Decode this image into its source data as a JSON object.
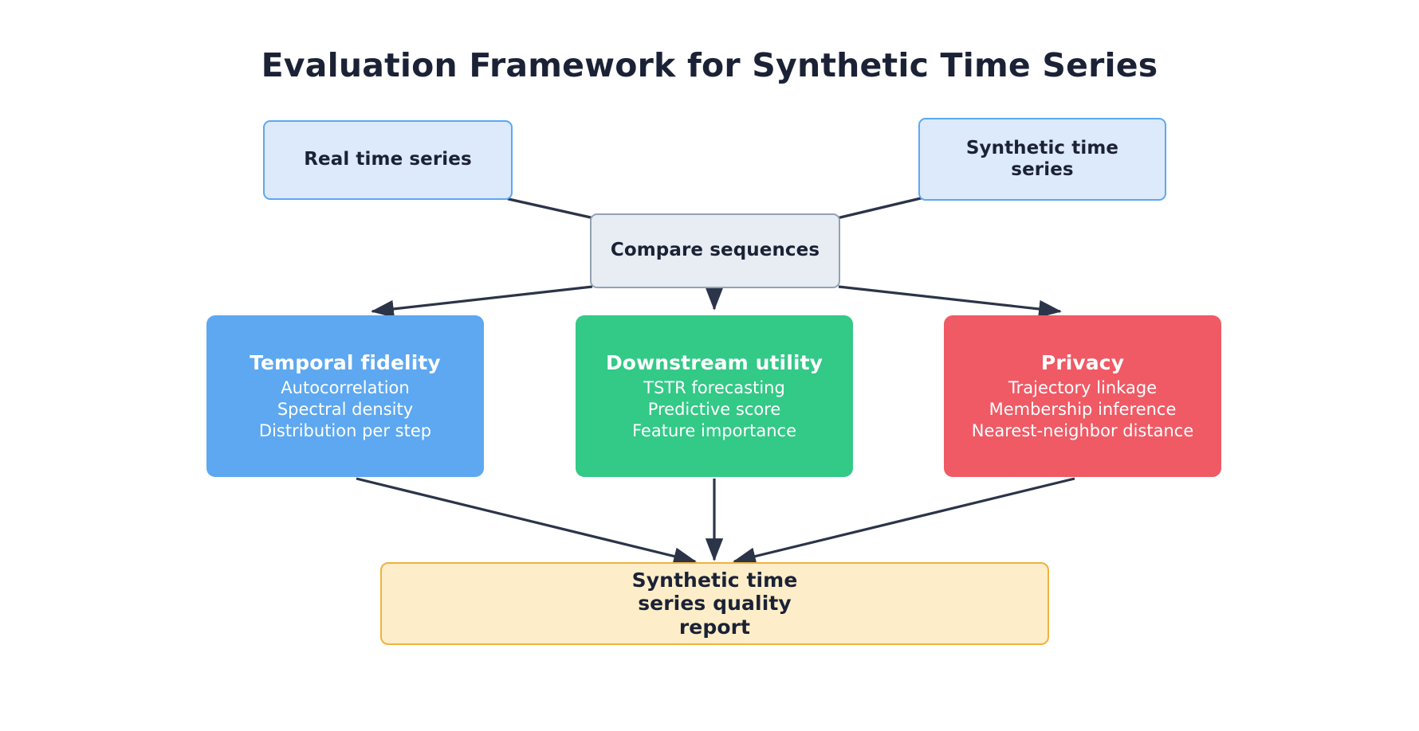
{
  "diagram": {
    "title": "Evaluation Framework for Synthetic Time Series",
    "background": "#ffffff",
    "edge_color": "#2b3448",
    "text_dark": "#1b2236"
  },
  "nodes": {
    "real_series": {
      "label": "Real time series",
      "kind": "input",
      "fill": "#dceafb",
      "stroke": "#5da8f0"
    },
    "synthetic_series": {
      "line1": "Synthetic time",
      "line2": "series",
      "kind": "input",
      "fill": "#dceafb",
      "stroke": "#5da8f0"
    },
    "compare": {
      "label": "Compare sequences",
      "kind": "process",
      "fill": "#e8ecf3",
      "stroke": "#93a2b4"
    },
    "temporal_fidelity": {
      "title": "Temporal fidelity",
      "fill": "#5da8f0",
      "items": [
        "Autocorrelation",
        "Spectral density",
        "Distribution per step"
      ]
    },
    "downstream_utility": {
      "title": "Downstream utility",
      "fill": "#33c987",
      "items": [
        "TSTR forecasting",
        "Predictive score",
        "Feature importance"
      ]
    },
    "privacy": {
      "title": "Privacy",
      "fill": "#ef5a65",
      "items": [
        "Trajectory linkage",
        "Membership inference",
        "Nearest-neighbor distance"
      ]
    },
    "report": {
      "line1": "Synthetic time",
      "line2": "series quality",
      "line3": "report",
      "fill": "#fdeec9",
      "stroke": "#f0b23c"
    }
  },
  "edges": [
    {
      "from": "real_series",
      "to": "compare",
      "arrow": false
    },
    {
      "from": "synthetic_series",
      "to": "compare",
      "arrow": false
    },
    {
      "from": "compare",
      "to": "temporal_fidelity",
      "arrow": true
    },
    {
      "from": "compare",
      "to": "downstream_utility",
      "arrow": true
    },
    {
      "from": "compare",
      "to": "privacy",
      "arrow": true
    },
    {
      "from": "temporal_fidelity",
      "to": "report",
      "arrow": true
    },
    {
      "from": "downstream_utility",
      "to": "report",
      "arrow": true
    },
    {
      "from": "privacy",
      "to": "report",
      "arrow": true
    }
  ]
}
